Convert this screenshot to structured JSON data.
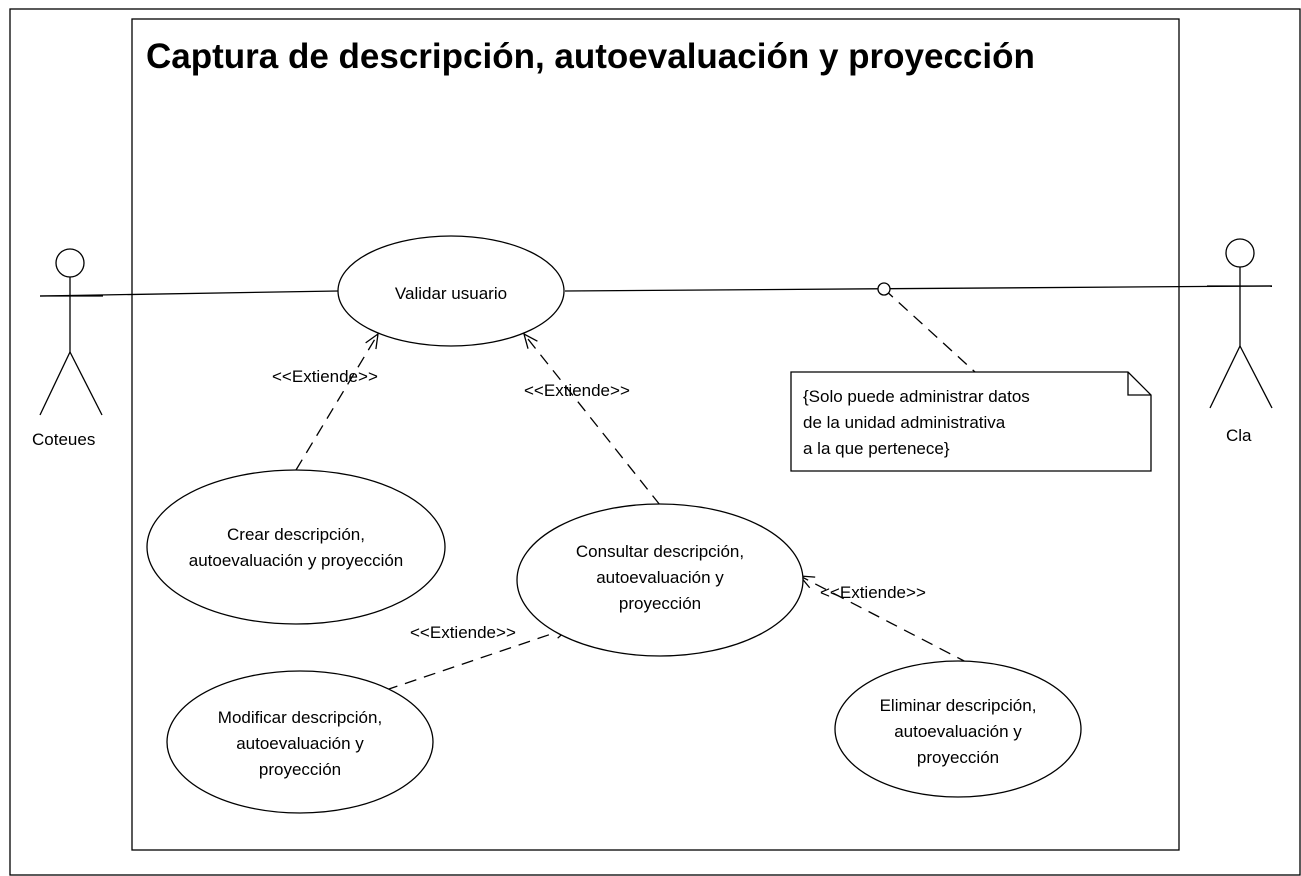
{
  "title": "Captura de descripción, autoevaluación y proyección",
  "actors": {
    "left": "Coteues",
    "right": "Cla"
  },
  "use_cases": {
    "validar": [
      "Validar usuario"
    ],
    "crear": [
      "Crear descripción,",
      "autoevaluación y proyección"
    ],
    "consultar": [
      "Consultar descripción,",
      "autoevaluación y",
      "proyección"
    ],
    "modificar": [
      "Modificar descripción,",
      "autoevaluación y",
      "proyección"
    ],
    "eliminar": [
      "Eliminar descripción,",
      "autoevaluación y",
      "proyección"
    ]
  },
  "relations": {
    "crear_validar": "<<Extiende>>",
    "consultar_validar": "<<Extiende>>",
    "modificar_consultar": "<<Extiende>>",
    "eliminar_consultar": "<<Extiende>>"
  },
  "note": [
    "{Solo puede administrar datos",
    "de la unidad administrativa",
    "a la que pertenece}"
  ]
}
